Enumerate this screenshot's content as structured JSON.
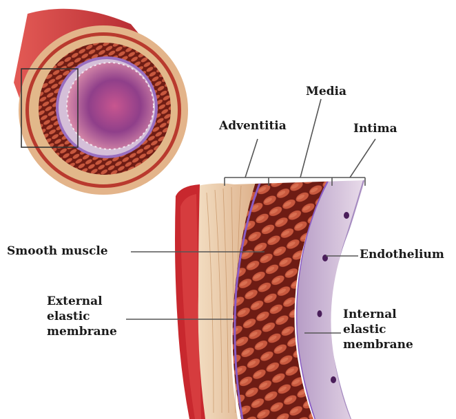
{
  "labels": {
    "media": "Media",
    "adventitia": "Adventitia",
    "intima": "Intima",
    "smooth_muscle": "Smooth muscle",
    "endothelium": "Endothelium",
    "external_elastic_membrane": "External\nelastic\nmembrane",
    "internal_elastic_membrane": "Internal\nelastic\nmembrane"
  },
  "colors": {
    "adventitia": "#e8c9a0",
    "media": "#b8442e",
    "intima": "#c9b6d2",
    "lumen": "#8a3f86",
    "elastic_membrane": "#8a5cc4",
    "outer_vessel": "#c8282e"
  }
}
